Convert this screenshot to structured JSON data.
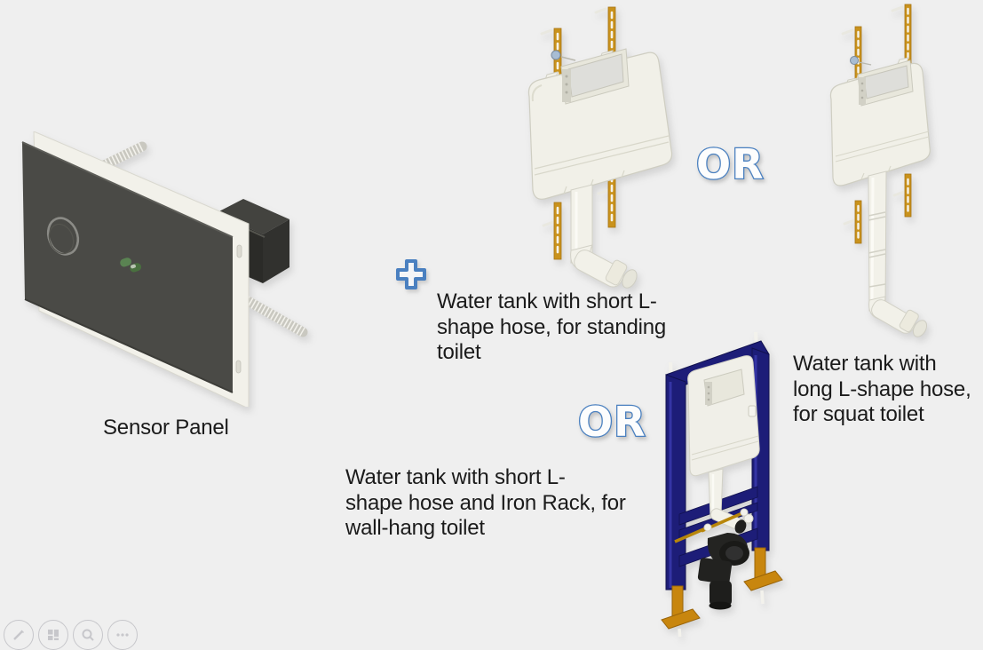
{
  "connectors": {
    "plus_icon": "plus",
    "or1_label": "OR",
    "or2_label": "OR"
  },
  "captions": {
    "sensor_panel": {
      "label": "Sensor Panel"
    },
    "standing": {
      "lines": [
        "Water tank with short L-",
        "shape hose, for standing",
        "toilet"
      ]
    },
    "squat": {
      "lines": [
        "Water tank with",
        "long L-shape hose,",
        "for squat toilet"
      ]
    },
    "wallhang": {
      "lines": [
        "Water tank with short L-",
        "shape hose and Iron Rack, for",
        "wall-hang toilet"
      ]
    }
  },
  "toolbar": {
    "icons": [
      "edit-pencil-icon",
      "collage-icon",
      "search-icon",
      "more-ellipsis-icon"
    ]
  },
  "colors": {
    "background": "#efefef",
    "accent_blue": "#4a80c0",
    "text": "#1b1b1b",
    "tank_body": "#f1f0e8",
    "strap_orange": "#c9921c",
    "rack_navy": "#1d1d78",
    "foot_orange": "#c8860e",
    "panel_dark": "#4a4a46",
    "led_green": "#55804d"
  }
}
